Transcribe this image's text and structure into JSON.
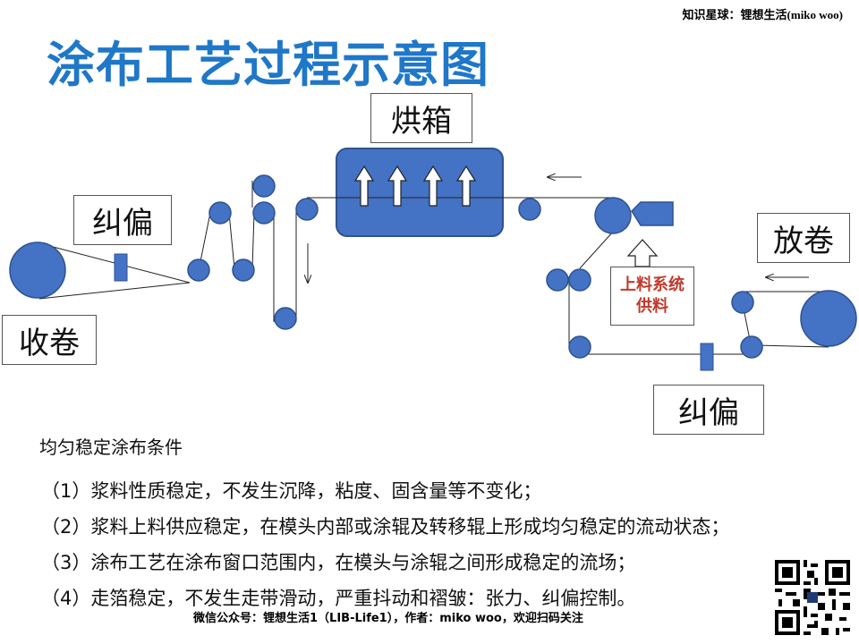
{
  "watermark_top": "知识星球：锂想生活(miko woo)",
  "title": "涂布工艺过程示意图",
  "labels": {
    "oven": "烘箱",
    "rectify_left": "纠偏",
    "rewind": "收卷",
    "unwind": "放卷",
    "rectify_right": "纠偏",
    "feed_line1": "上料系统",
    "feed_line2": "供料"
  },
  "conditions": {
    "heading": "均匀稳定涂布条件",
    "items": [
      "（1）浆料性质稳定，不发生沉降，粘度、固含量等不变化；",
      "（2）浆料上料供应稳定，在模头内部或涂辊及转移辊上形成均匀稳定的流动状态；",
      "（3）涂布工艺在涂布窗口范围内，在模头与涂辊之间形成稳定的流场；",
      "（4）走箔稳定，不发生走带滑动，严重抖动和褶皱：张力、纠偏控制。"
    ]
  },
  "watermark_bottom": "微信公众号：锂想生活1（LIB-Life1），作者：miko woo，欢迎扫码关注",
  "colors": {
    "title": "#1f77c8",
    "roller_fill": "#4472c4",
    "roller_stroke": "#2f528f",
    "feed_text": "#c0392b"
  }
}
